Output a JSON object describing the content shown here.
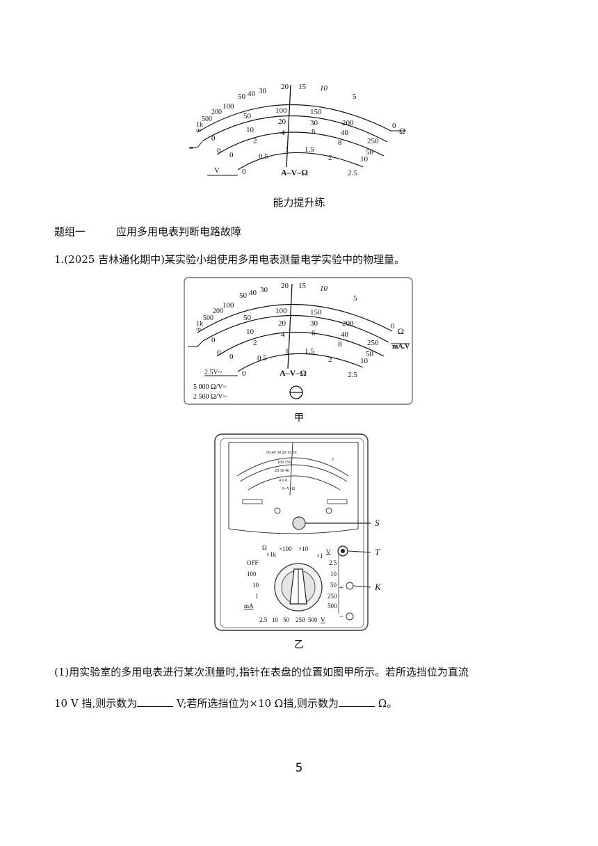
{
  "meter_top": {
    "ohm_scale": [
      "∞",
      "1k",
      "500",
      "200",
      "100",
      "50",
      "40",
      "30",
      "20",
      "15",
      "10",
      "5",
      "0"
    ],
    "ohm_unit": "Ω",
    "scale_100": [
      "0",
      "50",
      "100",
      "150",
      "200",
      "250"
    ],
    "scale_20": [
      "0",
      "10",
      "20",
      "30",
      "40",
      "50"
    ],
    "scale_4": [
      "0",
      "2",
      "4",
      "6",
      "8",
      "10"
    ],
    "scale_1": [
      "0",
      "0.5",
      "1",
      "1.5",
      "2",
      "2.5"
    ],
    "dc_mark": "=",
    "ac_label": "V",
    "center_label": "A–V–Ω"
  },
  "section_title": "能力提升练",
  "group": {
    "label": "题组一",
    "title": "应用多用电表判断电路故障"
  },
  "question1": {
    "stem": "1.(2025 吉林通化期中)某实验小组使用多用电表测量电学实验中的物理量。"
  },
  "meter_jia": {
    "ohm_unit": "Ω",
    "right_label": "mA.V",
    "ac_label": "2.5V~",
    "center_label": "A–V–Ω",
    "sensitivity": [
      "5 000 Ω/V~",
      "2 500 Ω/V~"
    ],
    "caption": "甲"
  },
  "meter_yi": {
    "labels": {
      "S": "S",
      "T": "T",
      "K": "K",
      "ohm": "Ω",
      "x1k": "×1k",
      "x100": "×100",
      "x10": "×10",
      "x1": "×1",
      "off": "OFF",
      "ma": "mA",
      "v_top": "V",
      "v_bottom": "V",
      "ma_ranges": [
        "100",
        "10",
        "1",
        "2.5"
      ],
      "v_ranges_right": [
        "2.5",
        "10",
        "50",
        "250",
        "500"
      ],
      "v_ranges_bottom": [
        "10",
        "50",
        "250",
        "500"
      ],
      "plus": "+",
      "minus": "−"
    },
    "caption": "乙"
  },
  "question1_part1": {
    "line1": "(1)用实验室的多用电表进行某次测量时,指针在表盘的位置如图甲所示。若所选挡位为直流",
    "line2_a": "10 V 挡,则示数为",
    "line2_b": " V;若所选挡位为×10 Ω挡,则示数为",
    "line2_c": " Ω。"
  },
  "page_number": "5"
}
